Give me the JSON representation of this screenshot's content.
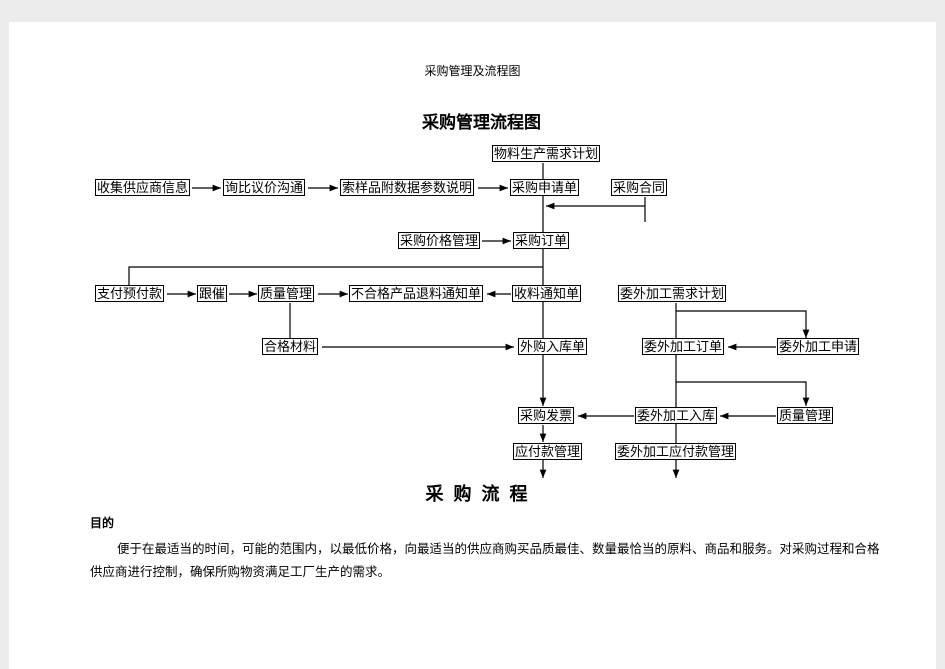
{
  "header": "采购管理及流程图",
  "title": "采购管理流程图",
  "flow": {
    "wuliao_jihua": "物料生产需求计划",
    "shouji_xinxi": "收集供应商信息",
    "xunbi_goutong": "询比议价沟通",
    "suoyang": "索样品附数据参数说明",
    "caigou_shenqing": "采购申请单",
    "caigou_hetong": "采购合同",
    "jiage_guanli": "采购价格管理",
    "caigou_dingdan": "采购订单",
    "zhifu_yufu": "支付预付款",
    "genchui": "跟催",
    "zhiliang_guanli": "质量管理",
    "buhege": "不合格产品退料通知单",
    "shouliao": "收料通知单",
    "weiwai_jihua": "委外加工需求计划",
    "hege_cailiao": "合格材料",
    "waigou_ruku": "外购入库单",
    "weiwai_dingdan": "委外加工订单",
    "weiwai_shenqing": "委外加工申请",
    "caigou_fapiao": "采购发票",
    "weiwai_ruku": "委外加工入库",
    "zhiliang_guanli_2": "质量管理",
    "yingfu_guanli": "应付款管理",
    "weiwai_yingfu": "委外加工应付款管理"
  },
  "section_title": "采购流程",
  "subhead": "目的",
  "paragraph": "便于在最适当的时间，可能的范围内，以最低价格，向最适当的供应商购买品质最佳、数量最恰当的原料、商品和服务。对采购过程和合格供应商进行控制，确保所购物资满足工厂生产的需求。"
}
